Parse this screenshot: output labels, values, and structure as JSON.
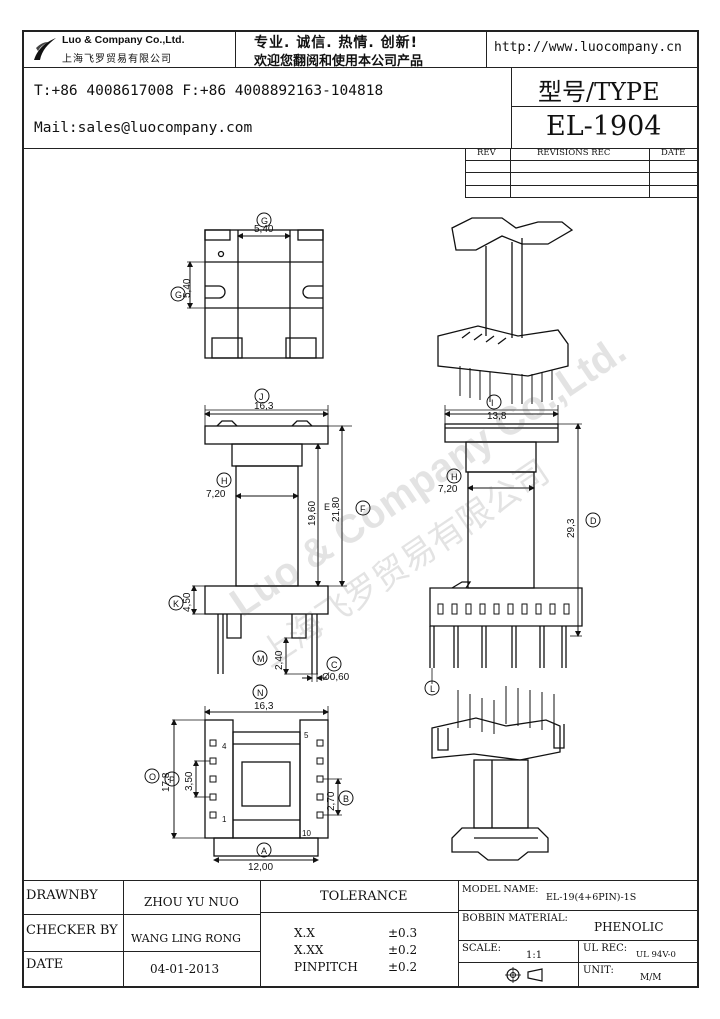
{
  "header": {
    "company_en": "Luo & Company Co.,Ltd.",
    "company_cn": "上海飞罗贸易有限公司",
    "slogan_line1": "专业. 诚信. 热情. 创新!",
    "slogan_line2": "欢迎您翻阅和使用本公司产品",
    "website": "http://www.luocompany.cn",
    "phone_fax": "T:+86 4008617008 F:+86 4008892163-104818",
    "mail": "Mail:sales@luocompany.com",
    "type_label": "型号/TYPE",
    "model": "EL-1904"
  },
  "revisions": {
    "col_rev": "REV",
    "col_rec": "REVISIONS REC",
    "col_date": "DATE"
  },
  "dimensions": {
    "g_label": "G",
    "g_value": "5,40",
    "g2_label": "G",
    "g2_value": "5,40",
    "j_label": "J",
    "j_value": "16,3",
    "h_label": "H",
    "h_value": "7,20",
    "e_value": "19,60",
    "e_label": "E",
    "f_value": "21,80",
    "f_label": "F",
    "k_label": "K",
    "k_value": "4,50",
    "m_label": "M",
    "m_value": "2,40",
    "c_label": "C",
    "c_value": "Ø0,60",
    "i_label": "I",
    "i_value": "13,8",
    "h2_label": "H",
    "h2_value": "7,20",
    "d_value": "29,3",
    "d_label": "D",
    "l_label": "L",
    "n_label": "N",
    "n_value": "16,3",
    "o_label": "O",
    "o_value": "17,8",
    "p_label": "P",
    "p_value": "3,50",
    "b_value": "2,70",
    "b_label": "B",
    "a_label": "A",
    "a_value": "12,00",
    "pin_4": "4",
    "pin_1": "1",
    "pin_5": "5",
    "pin_10": "10"
  },
  "watermark": {
    "text_en": "Luo & Company Co.,Ltd.",
    "text_cn": "上海飞罗贸易有限公司"
  },
  "footer": {
    "drawnby_label": "DRAWNBY",
    "drawnby_value": "ZHOU YU NUO",
    "checker_label": "CHECKER BY",
    "checker_value": "WANG LING RONG",
    "date_label": "DATE",
    "date_value": "04-01-2013",
    "tolerance_label": "TOLERANCE",
    "tol_rows": [
      {
        "name": "X.X",
        "value": "±0.3"
      },
      {
        "name": "X.XX",
        "value": "±0.2"
      },
      {
        "name": "PINPITCH",
        "value": "±0.2"
      }
    ],
    "model_name_label": "MODEL NAME:",
    "model_name_value": "EL-19(4+6PIN)-1S",
    "bobbin_label": "BOBBIN MATERIAL:",
    "bobbin_value": "PHENOLIC",
    "scale_label": "SCALE:",
    "scale_value": "1:1",
    "ul_label": "UL REC:",
    "ul_value": "UL 94V-0",
    "unit_label": "UNIT:",
    "unit_value": "M/M"
  }
}
